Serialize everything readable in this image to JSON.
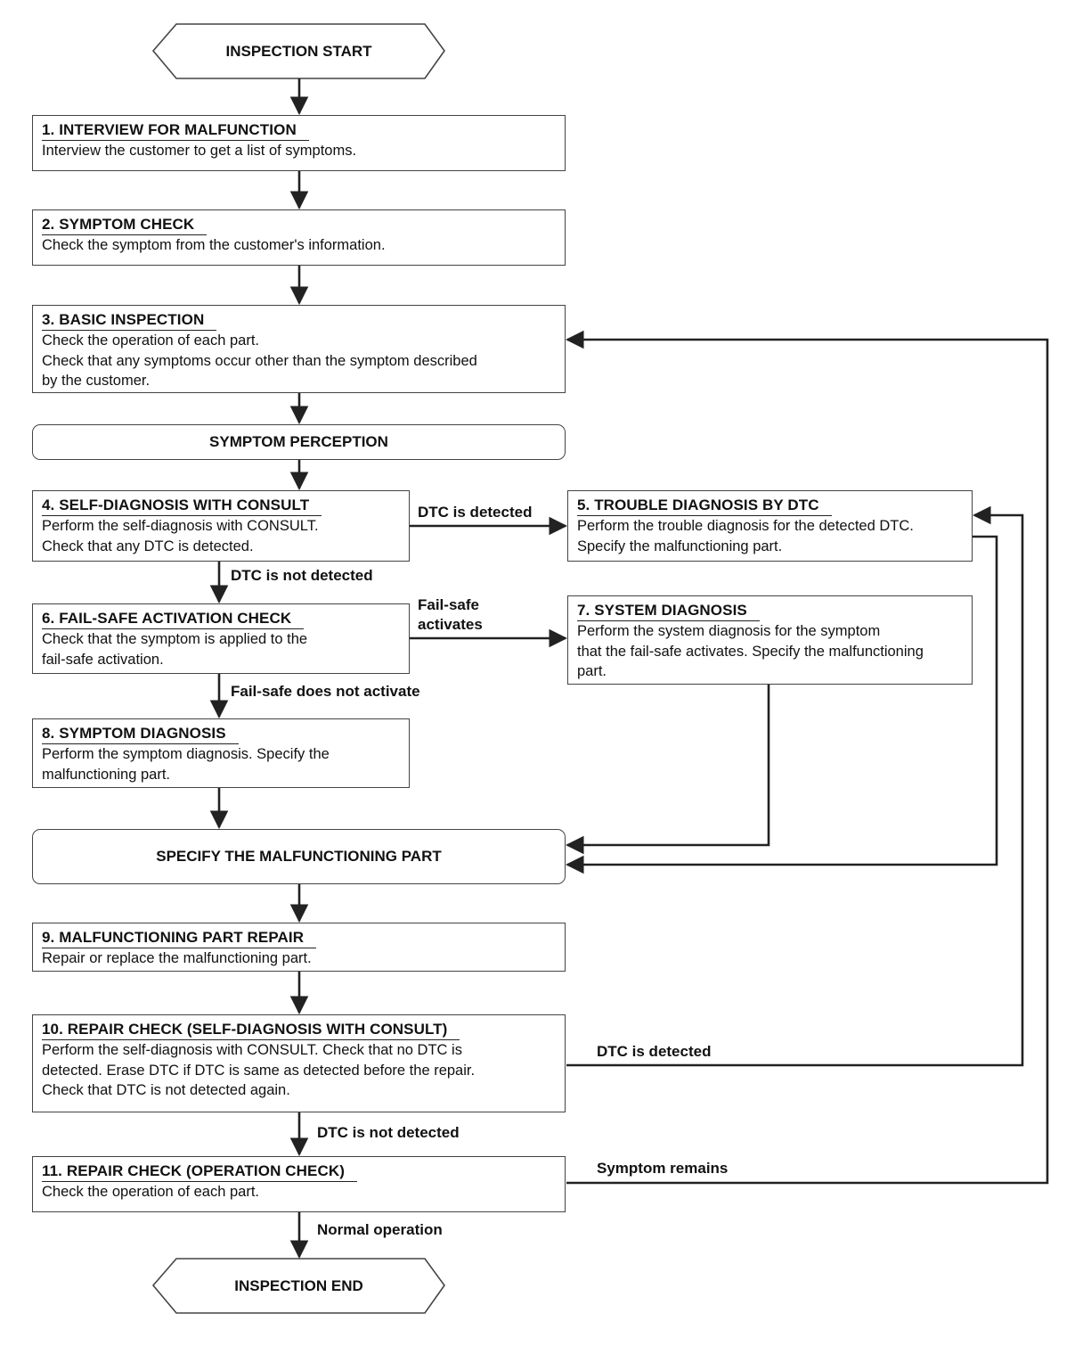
{
  "start": {
    "label": "INSPECTION START"
  },
  "end": {
    "label": "INSPECTION END"
  },
  "symptom_perception": {
    "label": "SYMPTOM PERCEPTION"
  },
  "specify_part": {
    "label": "SPECIFY THE MALFUNCTIONING PART"
  },
  "steps": {
    "s1": {
      "title": "1. INTERVIEW FOR MALFUNCTION",
      "lines": [
        "Interview the customer to get a list of symptoms."
      ]
    },
    "s2": {
      "title": "2. SYMPTOM CHECK",
      "lines": [
        "Check the symptom from the customer's information."
      ]
    },
    "s3": {
      "title": "3. BASIC INSPECTION",
      "lines": [
        "Check the operation of each part.",
        "Check that any symptoms occur other than the symptom described",
        "by the customer."
      ]
    },
    "s4": {
      "title": "4. SELF-DIAGNOSIS WITH CONSULT",
      "lines": [
        "Perform the self-diagnosis with CONSULT.",
        "Check that any DTC is detected."
      ]
    },
    "s5": {
      "title": "5. TROUBLE DIAGNOSIS BY DTC",
      "lines": [
        "Perform the trouble diagnosis for the detected DTC.",
        "Specify the malfunctioning part."
      ]
    },
    "s6": {
      "title": "6. FAIL-SAFE ACTIVATION CHECK",
      "lines": [
        "Check that the symptom is applied to the",
        "fail-safe activation."
      ]
    },
    "s7": {
      "title": "7. SYSTEM DIAGNOSIS",
      "lines": [
        "Perform the system diagnosis for the symptom",
        "that the fail-safe activates. Specify the malfunctioning",
        "part."
      ]
    },
    "s8": {
      "title": "8. SYMPTOM DIAGNOSIS",
      "lines": [
        "Perform the symptom diagnosis. Specify the",
        "malfunctioning part."
      ]
    },
    "s9": {
      "title": "9. MALFUNCTIONING PART REPAIR",
      "lines": [
        "Repair or replace the malfunctioning part."
      ]
    },
    "s10": {
      "title": "10. REPAIR CHECK (SELF-DIAGNOSIS WITH CONSULT)",
      "lines": [
        "Perform the self-diagnosis with CONSULT. Check that no DTC is",
        "detected. Erase DTC if DTC is same as detected before the repair.",
        "Check that DTC is not detected again."
      ]
    },
    "s11": {
      "title": "11. REPAIR CHECK (OPERATION CHECK)",
      "lines": [
        "Check the operation of each part."
      ]
    }
  },
  "edge_labels": {
    "dtc_detected_4": "DTC is detected",
    "dtc_not_detected_4": "DTC is not detected",
    "failsafe_activates_1": "Fail-safe",
    "failsafe_activates_2": "activates",
    "failsafe_not_activate": "Fail-safe does not activate",
    "dtc_detected_10": "DTC is detected",
    "dtc_not_detected_10": "DTC is not detected",
    "symptom_remains": "Symptom remains",
    "normal_operation": "Normal operation"
  }
}
